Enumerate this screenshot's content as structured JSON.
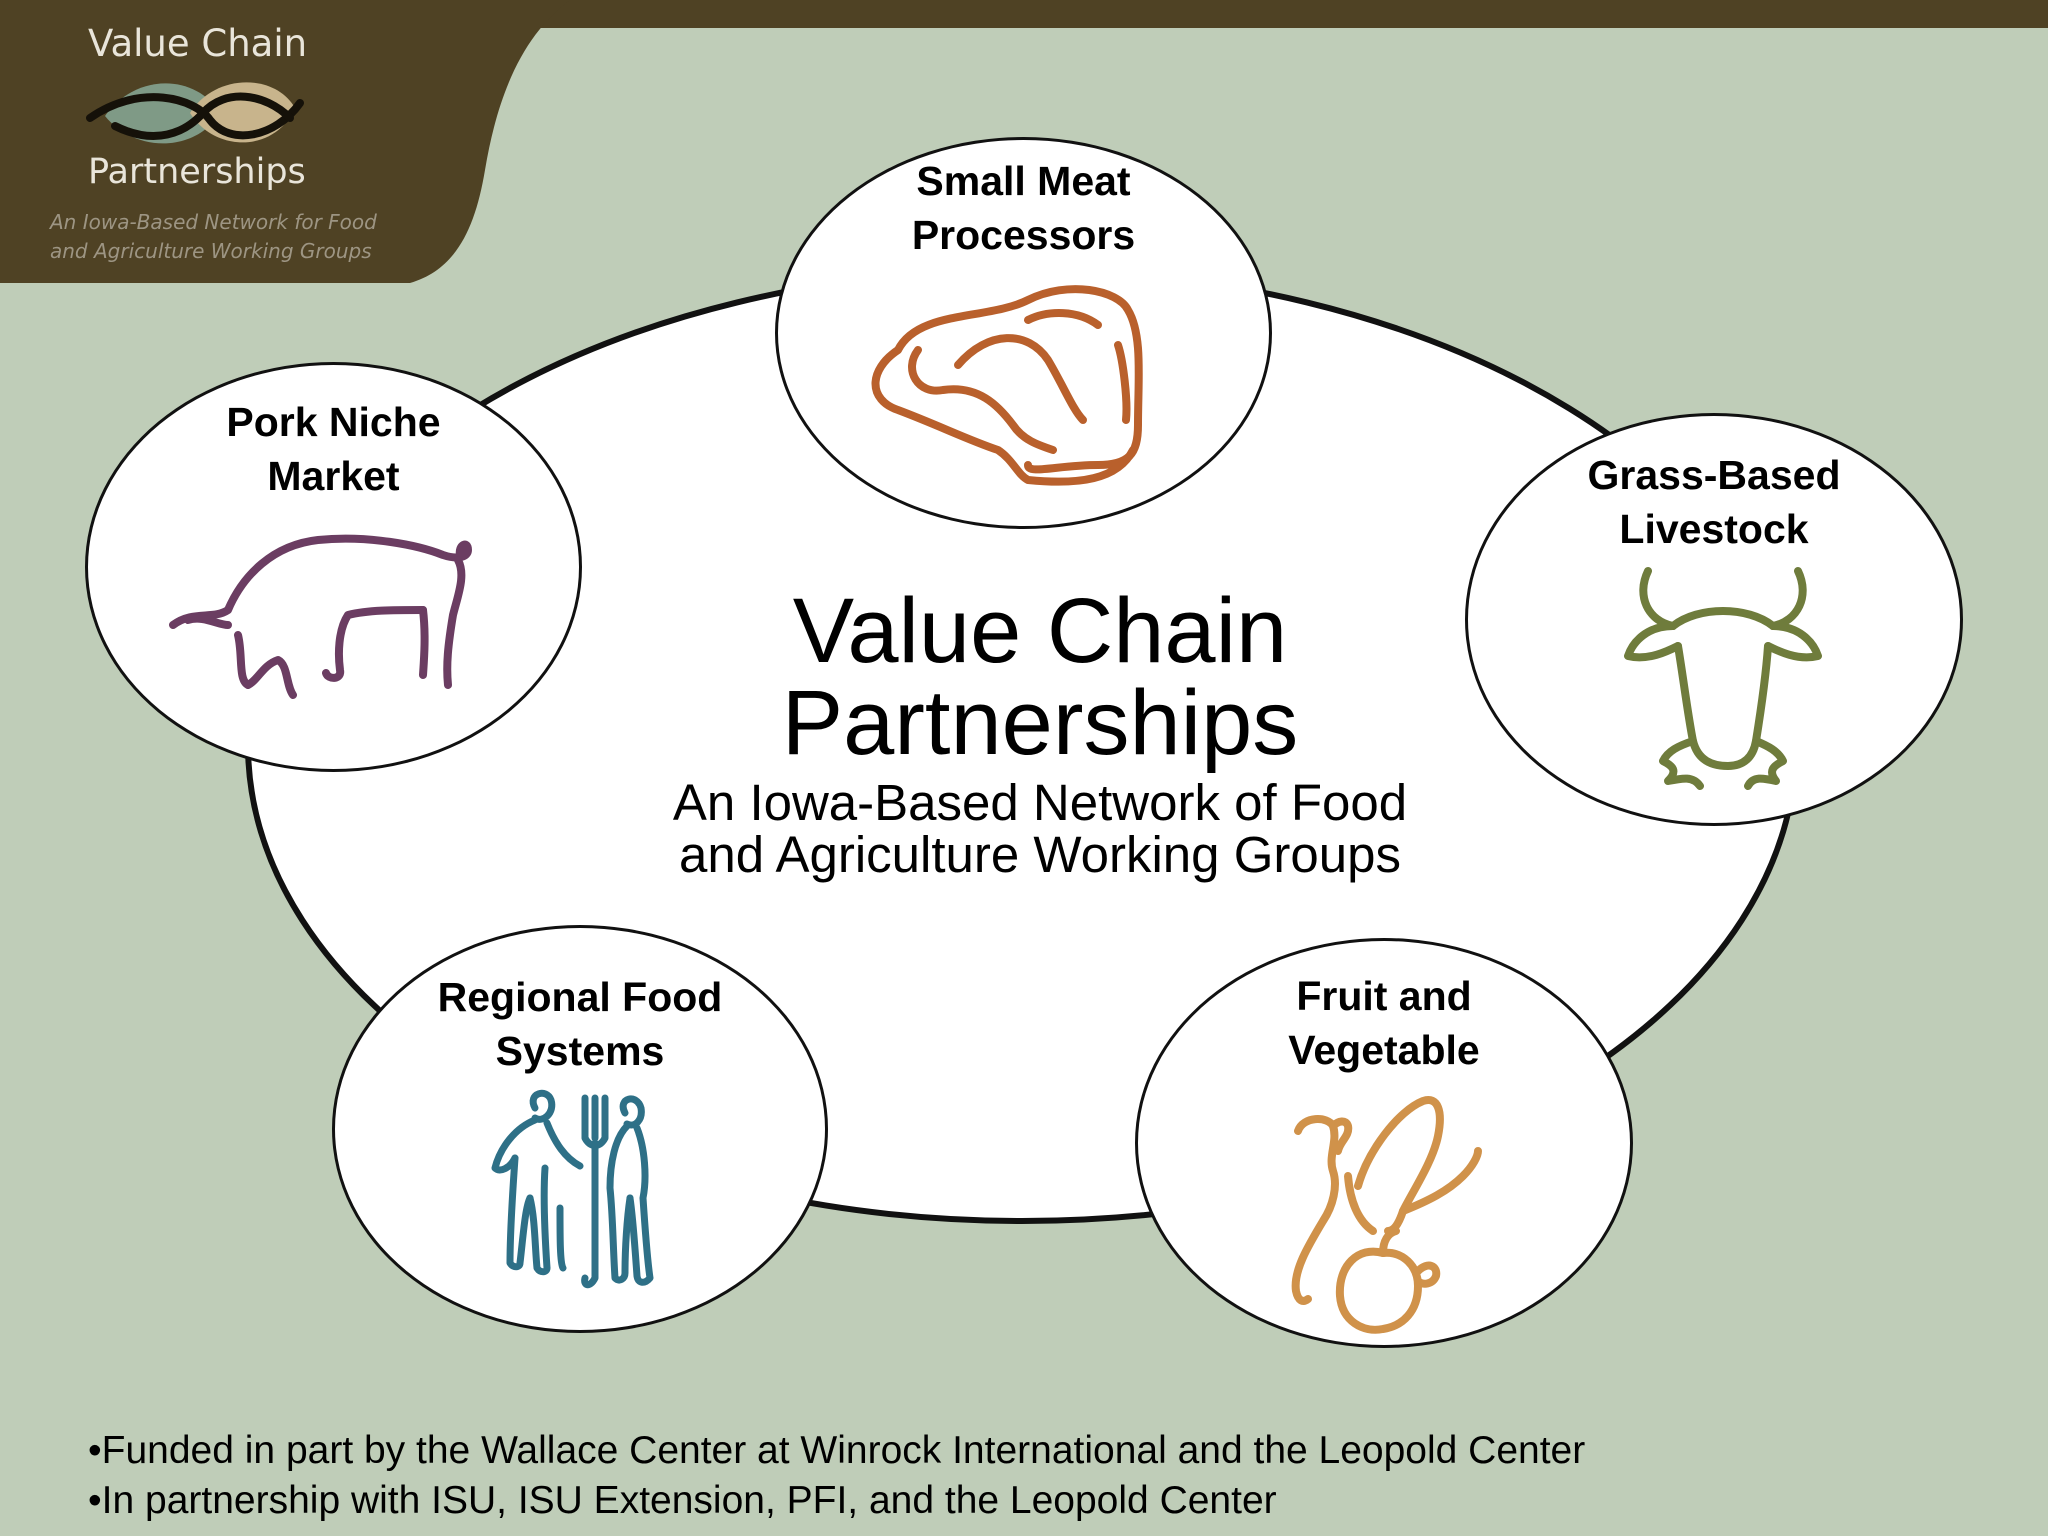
{
  "logo": {
    "title": "Value Chain",
    "subtitle": "Partnerships",
    "tagline_1": "An Iowa-Based Network for Food",
    "tagline_2": "and Agriculture Working Groups"
  },
  "center": {
    "title_1": "Value Chain",
    "title_2": "Partnerships",
    "subtitle_1": "An Iowa-Based Network of Food",
    "subtitle_2": "and Agriculture Working Groups"
  },
  "groups": [
    {
      "line1": "Small Meat",
      "line2": "Processors",
      "icon": "steak-icon",
      "color": "#b9602c"
    },
    {
      "line1": "Pork Niche",
      "line2": "Market",
      "icon": "pig-icon",
      "color": "#6b3d62"
    },
    {
      "line1": "Grass-Based",
      "line2": "Livestock",
      "icon": "cow-head-icon",
      "color": "#6f7c3c"
    },
    {
      "line1": "Regional Food",
      "line2": "Systems",
      "icon": "farmer-couple-icon",
      "color": "#2e7087"
    },
    {
      "line1": "Fruit and",
      "line2": "Vegetable",
      "icon": "squash-apple-icon",
      "color": "#d0924a"
    }
  ],
  "footer": {
    "line1": "•Funded in part by the Wallace Center at Winrock International and the Leopold Center",
    "line2": "•In partnership with ISU, ISU Extension, PFI, and the Leopold Center"
  }
}
